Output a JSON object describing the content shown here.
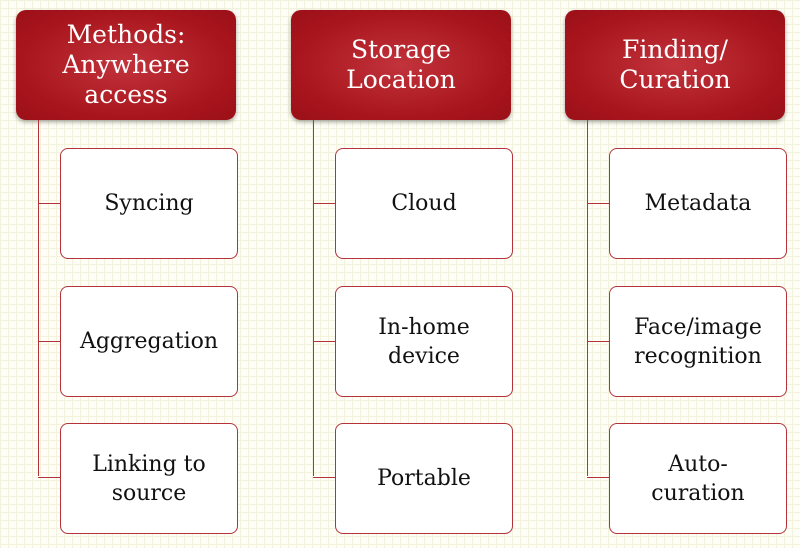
{
  "columns": [
    {
      "title": "Methods:\nAnywhere\naccess",
      "items": [
        "Syncing",
        "Aggregation",
        "Linking to\nsource"
      ]
    },
    {
      "title": "Storage\nLocation",
      "items": [
        "Cloud",
        "In-home\ndevice",
        "Portable"
      ]
    },
    {
      "title": "Finding/\nCuration",
      "items": [
        "Metadata",
        "Face/image\nrecognition",
        "Auto-\ncuration"
      ]
    }
  ],
  "colors": {
    "header": "#a8141c",
    "connector": "#b4323a"
  }
}
